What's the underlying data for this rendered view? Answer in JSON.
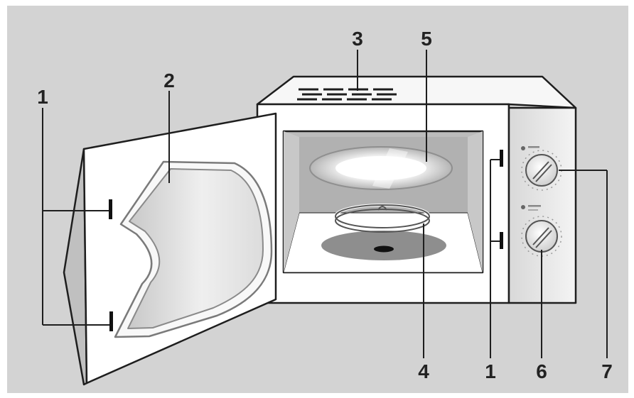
{
  "colors": {
    "background": "#d3d3d3",
    "body": "#ffffff",
    "outline": "#1e1e1e",
    "cavity": "#bdbdbd",
    "label": "#222222"
  },
  "labels": {
    "latch_left": "1",
    "door": "2",
    "vent": "3",
    "roller_ring": "4",
    "turntable": "5",
    "latch_right": "1",
    "timer_knob": "6",
    "power_knob": "7"
  }
}
